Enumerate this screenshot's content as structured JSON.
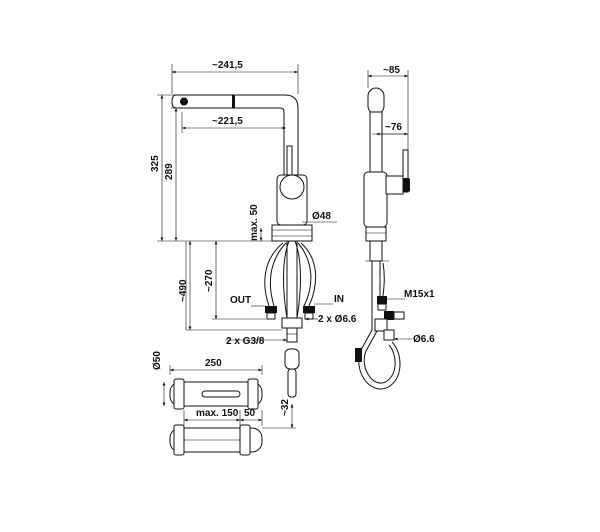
{
  "drawing": {
    "front_view": {
      "dim_width_spout": "~241,5",
      "dim_reach": "~221,5",
      "dim_height_total": "325",
      "dim_height_spout": "289",
      "dim_thickness": "max. 50",
      "dim_diameter_body": "Ø48",
      "dim_hose_length": "~490",
      "dim_hose_length_2": "~270",
      "label_out": "OUT",
      "label_in": "IN",
      "dim_pipe_diameter": "2 x Ø6.6",
      "dim_connection": "2 x G3/8"
    },
    "side_view": {
      "dim_depth": "~85",
      "dim_lever": "~76",
      "dim_thread": "M15x1",
      "dim_hose_diameter": "Ø6.6"
    },
    "weight_view": {
      "dim_diameter": "Ø50",
      "dim_length": "250",
      "dim_travel": "max. 150",
      "dim_offset": "50",
      "dim_height": "~32"
    }
  }
}
